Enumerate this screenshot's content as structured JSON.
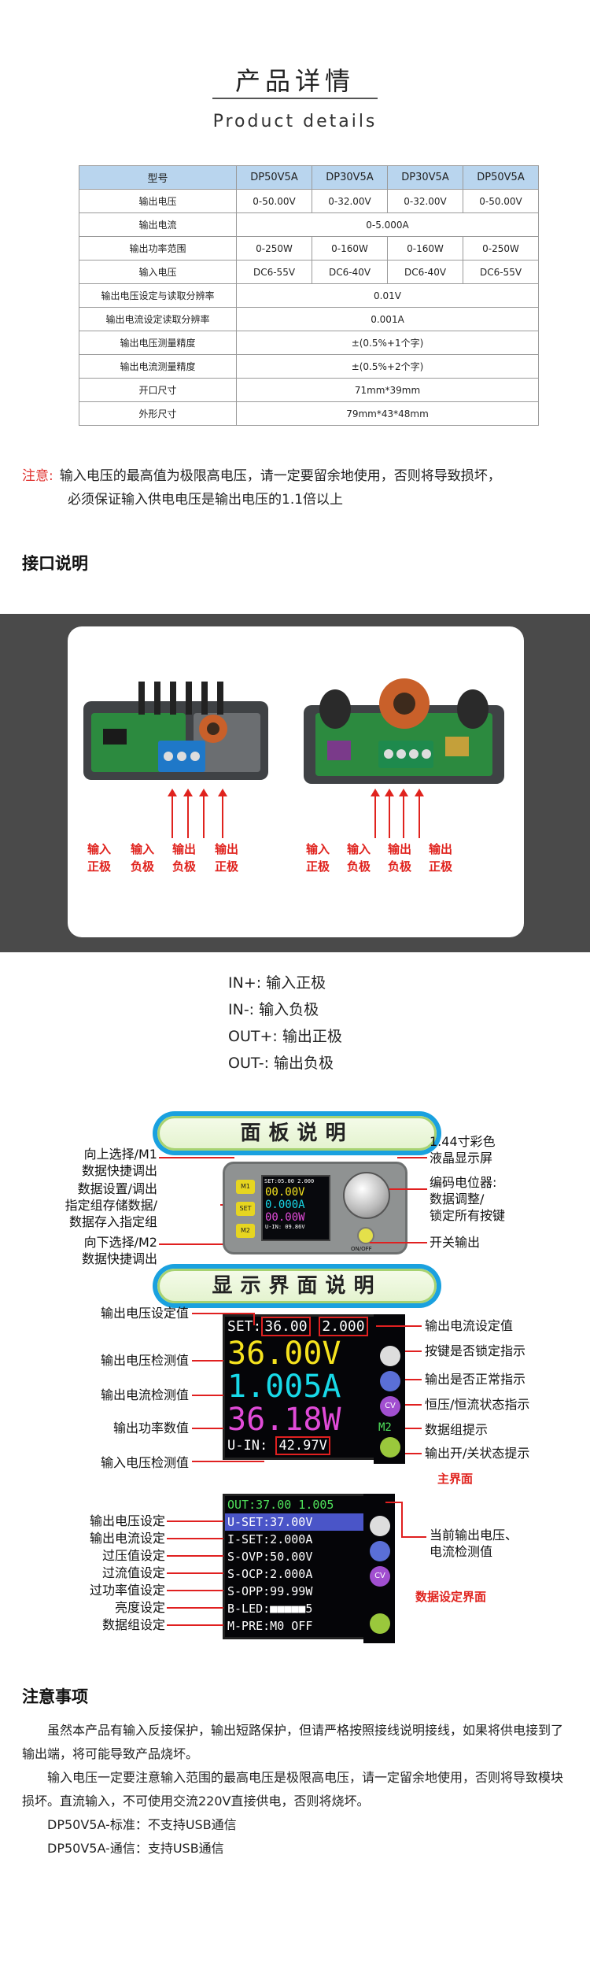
{
  "header": {
    "title_cn": "产品详情",
    "title_en": "Product details"
  },
  "spec_table": {
    "head": [
      "型号",
      "DP50V5A",
      "DP30V5A",
      "DP30V5A",
      "DP50V5A"
    ],
    "rows": [
      {
        "label": "输出电压",
        "cells": [
          "0-50.00V",
          "0-32.00V",
          "0-32.00V",
          "0-50.00V"
        ]
      },
      {
        "label": "输出电流",
        "span": "0-5.000A"
      },
      {
        "label": "输出功率范围",
        "cells": [
          "0-250W",
          "0-160W",
          "0-160W",
          "0-250W"
        ]
      },
      {
        "label": "输入电压",
        "cells": [
          "DC6-55V",
          "DC6-40V",
          "DC6-40V",
          "DC6-55V"
        ]
      },
      {
        "label": "输出电压设定与读取分辨率",
        "span": "0.01V"
      },
      {
        "label": "输出电流设定读取分辨率",
        "span": "0.001A"
      },
      {
        "label": "输出电压测量精度",
        "span": "±(0.5%+1个字)"
      },
      {
        "label": "输出电流测量精度",
        "span": "±(0.5%+2个字)"
      },
      {
        "label": "开口尺寸",
        "span": "71mm*39mm"
      },
      {
        "label": "外形尺寸",
        "span": "79mm*43*48mm"
      }
    ]
  },
  "note_top": {
    "prefix": "注意:",
    "line1": "输入电压的最高值为极限高电压，请一定要留余地使用，否则将导致损坏，",
    "line2": "必须保证输入供电电压是输出电压的1.1倍以上"
  },
  "interface": {
    "title": "接口说明",
    "labels_left": [
      "输入\n正极",
      "输入\n负极",
      "输出\n负极",
      "输出\n正极"
    ],
    "labels_right": [
      "输入\n正极",
      "输入\n负极",
      "输出\n负极",
      "输出\n正极"
    ],
    "pins": [
      "IN+: 输入正极",
      "IN-: 输入负极",
      "OUT+: 输出正极",
      "OUT-: 输出负极"
    ]
  },
  "panel_section": {
    "banner": "面板说明",
    "left": [
      "向上选择/M1\n数据快捷调出",
      "数据设置/调出\n指定组存储数据/\n数据存入指定组",
      "向下选择/M2\n数据快捷调出"
    ],
    "right": [
      "1.44寸彩色\n液晶显示屏",
      "编码电位器:\n数据调整/\n锁定所有按键",
      "开关输出"
    ],
    "buttons": [
      "M1",
      "SET",
      "M2"
    ],
    "mini_screen": [
      "SET:05.00 2.000",
      "00.00V",
      "0.000A",
      "00.00W",
      "U-IN: 09.86V"
    ],
    "power_label": "ON/OFF"
  },
  "display_section": {
    "banner": "显示界面说明",
    "main": {
      "set_label": "SET:",
      "set_v": "36.00",
      "set_a": "2.000",
      "volt": "36.00V",
      "amp": "1.005A",
      "watt": "36.18W",
      "group": "M2",
      "uin_label": "U-IN:",
      "uin": "42.97V",
      "left": [
        "输出电压设定值",
        "输出电压检测值",
        "输出电流检测值",
        "输出功率数值",
        "输入电压检测值"
      ],
      "right": [
        "输出电流设定值",
        "按键是否锁定指示",
        "输出是否正常指示",
        "恒压/恒流状态指示",
        "数据组提示",
        "输出开/关状态提示"
      ],
      "caption": "主界面",
      "cv": "CV"
    },
    "settings": {
      "out_line": "OUT:37.00 1.005",
      "rows": [
        "U-SET:37.00V",
        "I-SET:2.000A",
        "S-OVP:50.00V",
        "S-OCP:2.000A",
        "S-OPP:99.99W",
        "B-LED:■■■■■5",
        "M-PRE:M0 OFF"
      ],
      "left": [
        "输出电压设定",
        "输出电流设定",
        "过压值设定",
        "过流值设定",
        "过功率值设定",
        "亮度设定",
        "数据组设定"
      ],
      "right": "当前输出电压、\n电流检测值",
      "caption": "数据设定界面",
      "cv": "CV"
    }
  },
  "notes": {
    "title": "注意事项",
    "p1": "虽然本产品有输入反接保护，输出短路保护，但请严格按照接线说明接线，如果将供电接到了输出端，将可能导致产品烧坏。",
    "p2": "输入电压一定要注意输入范围的最高电压是极限高电压，请一定留余地使用，否则将导致模块损坏。直流输入，不可使用交流220V直接供电，否则将烧坏。",
    "p3": "DP50V5A-标准：不支持USB通信",
    "p4": "DP50V5A-通信：支持USB通信"
  },
  "colors": {
    "accent_red": "#e0231e",
    "table_head": "#b9d5ee",
    "lcd_yellow": "#f5e21e",
    "lcd_cyan": "#18d9e8",
    "lcd_magenta": "#e14bd8",
    "lcd_green": "#4fe15a"
  }
}
